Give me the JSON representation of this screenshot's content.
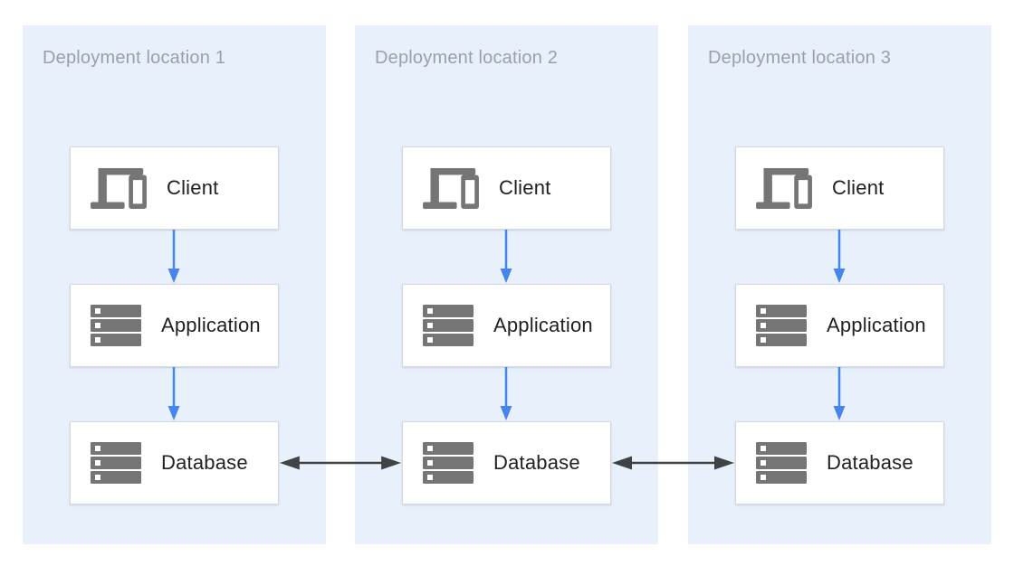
{
  "diagram": {
    "panels": [
      {
        "title": "Deployment location 1",
        "nodes": [
          {
            "label": "Client",
            "icon": "client-devices-icon"
          },
          {
            "label": "Application",
            "icon": "server-stack-icon"
          },
          {
            "label": "Database",
            "icon": "server-stack-icon"
          }
        ]
      },
      {
        "title": "Deployment location 2",
        "nodes": [
          {
            "label": "Client",
            "icon": "client-devices-icon"
          },
          {
            "label": "Application",
            "icon": "server-stack-icon"
          },
          {
            "label": "Database",
            "icon": "server-stack-icon"
          }
        ]
      },
      {
        "title": "Deployment location 3",
        "nodes": [
          {
            "label": "Client",
            "icon": "client-devices-icon"
          },
          {
            "label": "Application",
            "icon": "server-stack-icon"
          },
          {
            "label": "Database",
            "icon": "server-stack-icon"
          }
        ]
      }
    ],
    "connections": [
      {
        "from": "Client",
        "to": "Application",
        "type": "one-way",
        "scope": "within location"
      },
      {
        "from": "Application",
        "to": "Database",
        "type": "one-way",
        "scope": "within location"
      },
      {
        "from": "Database (location 1)",
        "to": "Database (location 2)",
        "type": "two-way",
        "scope": "between locations"
      },
      {
        "from": "Database (location 2)",
        "to": "Database (location 3)",
        "type": "two-way",
        "scope": "between locations"
      }
    ],
    "colors": {
      "panel_background": "#E8F1FB",
      "flow_arrow_blue": "#4684EE",
      "replication_arrow_dark": "#424242",
      "icon_gray": "#757575",
      "title_gray": "#9AA0A6",
      "label_dark": "#212121",
      "node_border": "#D6D9DC"
    }
  }
}
